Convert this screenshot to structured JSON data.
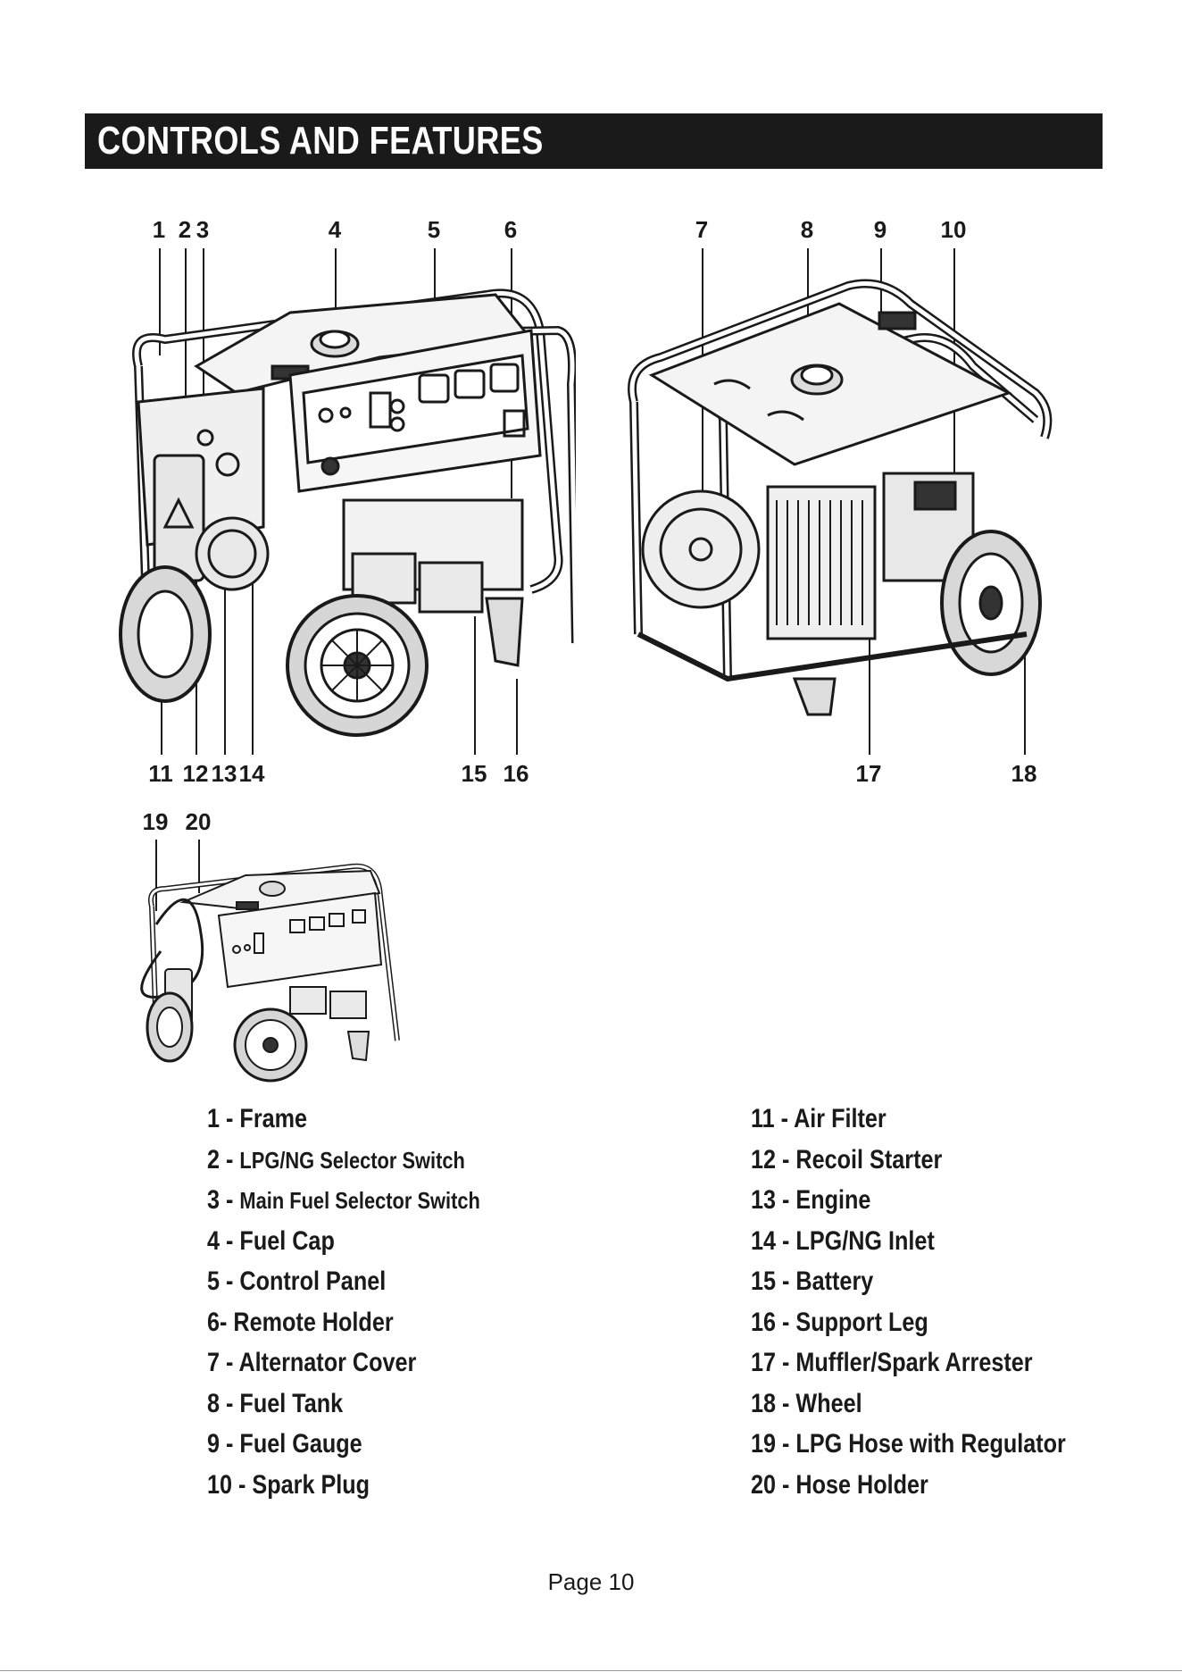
{
  "header": {
    "title": "CONTROLS AND FEATURES"
  },
  "callouts_top": [
    "1",
    "2",
    "3",
    "4",
    "5",
    "6",
    "7",
    "8",
    "9",
    "10"
  ],
  "callouts_bottom": [
    "11",
    "12",
    "13",
    "14",
    "15",
    "16",
    "17",
    "18"
  ],
  "callouts_hose": [
    "19",
    "20"
  ],
  "legend": {
    "left": [
      {
        "num": "1 - ",
        "label": "Frame"
      },
      {
        "num": "2 - ",
        "label": "LPG/NG Selector Switch"
      },
      {
        "num": "3 - ",
        "label": "Main Fuel Selector Switch"
      },
      {
        "num": "4 - ",
        "label": "Fuel Cap"
      },
      {
        "num": "5 - ",
        "label": "Control Panel"
      },
      {
        "num": "6- ",
        "label": "Remote Holder"
      },
      {
        "num": "7 - ",
        "label": "Alternator Cover"
      },
      {
        "num": "8 - ",
        "label": "Fuel Tank"
      },
      {
        "num": "9 - ",
        "label": "Fuel Gauge"
      },
      {
        "num": "10 - ",
        "label": "Spark Plug"
      }
    ],
    "right": [
      {
        "num": "11 - ",
        "label": "Air Filter"
      },
      {
        "num": "12 - ",
        "label": "Recoil Starter"
      },
      {
        "num": "13 - ",
        "label": "Engine"
      },
      {
        "num": "14 - ",
        "label": "LPG/NG Inlet"
      },
      {
        "num": "15 - ",
        "label": "Battery"
      },
      {
        "num": "16 - ",
        "label": "Support Leg"
      },
      {
        "num": "17 - ",
        "label": "Muffler/Spark Arrester"
      },
      {
        "num": "18 - ",
        "label": "Wheel"
      },
      {
        "num": "19 - ",
        "label": "LPG Hose with Regulator"
      },
      {
        "num": "20 - ",
        "label": "Hose Holder"
      }
    ]
  },
  "footer": {
    "page": "Page 10"
  },
  "colors": {
    "ink": "#1a1a1a",
    "banner": "#1a1a1a",
    "banner_text": "#ffffff"
  }
}
